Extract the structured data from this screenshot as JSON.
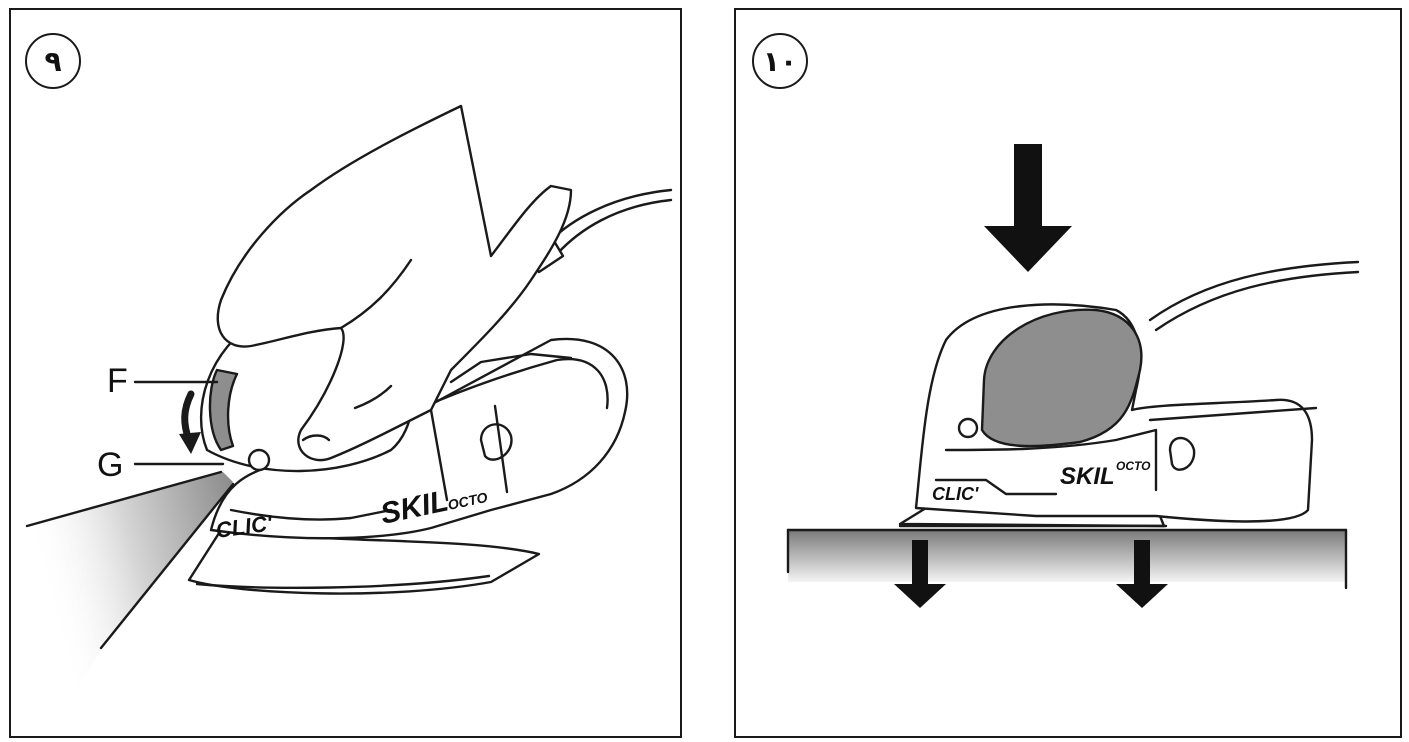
{
  "panels": [
    {
      "number": "٩",
      "labels": {
        "f": "F",
        "g": "G"
      },
      "tool_brand": "SKIL",
      "tool_model": "OCTO",
      "tool_tag": "CLIC'"
    },
    {
      "number": "١٠",
      "tool_brand": "SKIL",
      "tool_model": "OCTO",
      "tool_tag": "CLIC'"
    }
  ],
  "colors": {
    "line": "#1a1a1a",
    "grip": "#8e8e8e"
  }
}
